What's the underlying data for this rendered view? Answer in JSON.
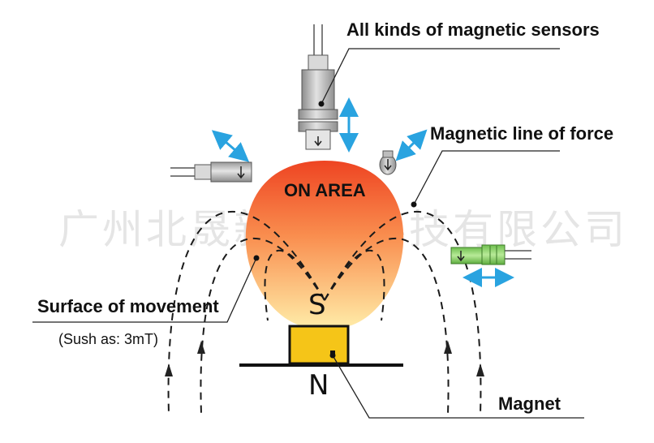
{
  "labels": {
    "sensors": "All kinds of magnetic sensors",
    "line_of_force": "Magnetic line of force",
    "surface": "Surface of movement",
    "surface_note": "(Sush as: 3mT)",
    "magnet": "Magnet",
    "on_area": "ON AREA",
    "south": "S",
    "north": "N"
  },
  "watermark": "广州北晟新材料科技有限公司",
  "colors": {
    "on_area_top": "#ee4422",
    "on_area_bottom": "#ffe9a0",
    "magnet": "#f5c518",
    "arrow": "#29a3e0",
    "sensor_gray": "#b5b5b5",
    "sensor_green": "#8fd36c"
  },
  "icons": [
    "vertical-sensor-icon",
    "side-sensor-icon",
    "small-sensor-icon",
    "green-sensor-icon",
    "move-arrow-icon"
  ]
}
